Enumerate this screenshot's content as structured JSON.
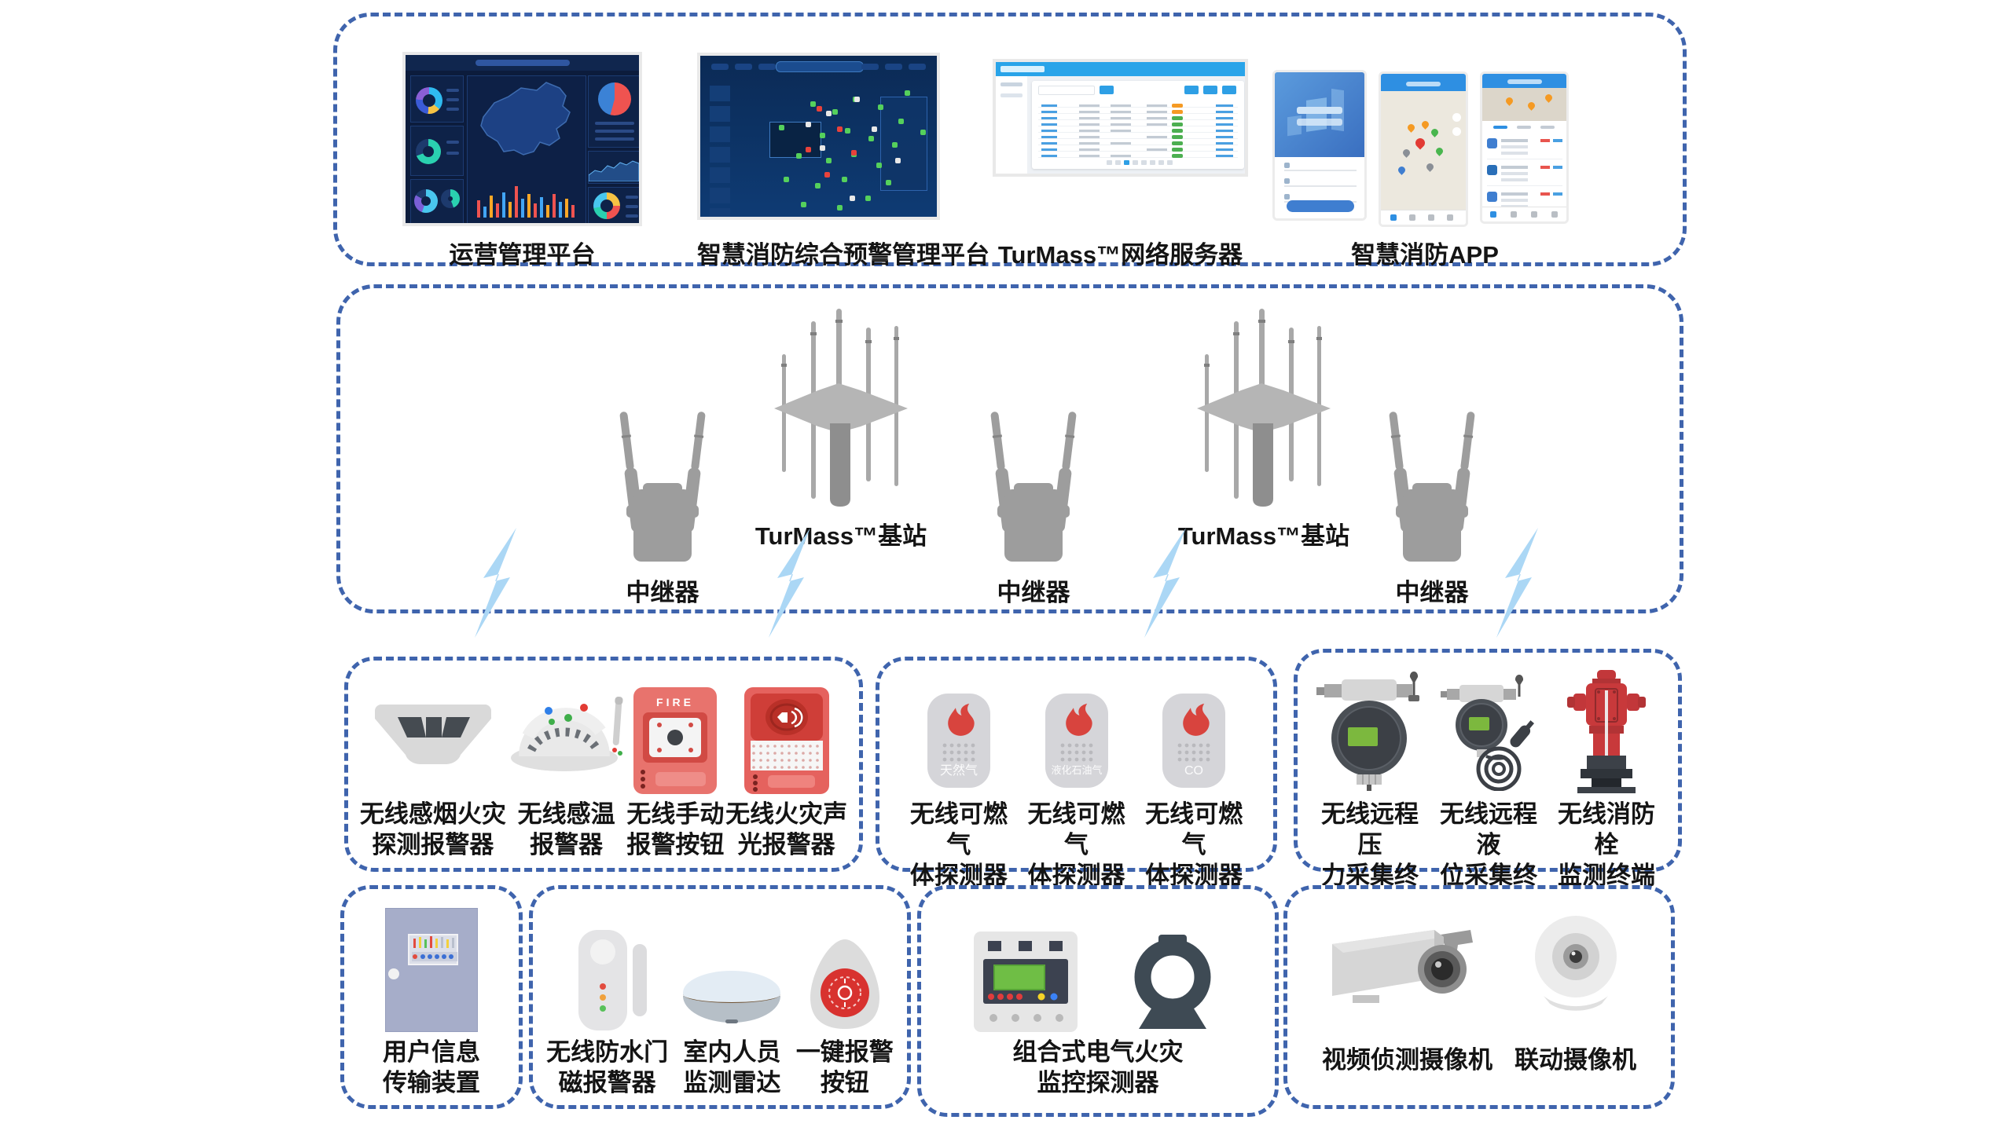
{
  "colors": {
    "border_blue": "#3F64AD",
    "lightning_blue": "#ABD7F5",
    "device_gray": "#9D9D9D",
    "alarm_red": "#E5625E",
    "flame_red": "#D8443E"
  },
  "platforms": {
    "items": [
      {
        "label": "运营管理平台"
      },
      {
        "label": "智慧消防综合预警管理平台"
      },
      {
        "label": "TurMass™网络服务器"
      },
      {
        "label": "智慧消防APP"
      }
    ]
  },
  "network": {
    "base_station": "TurMass™基站",
    "repeater": "中继器"
  },
  "groups": {
    "fire_alarm": {
      "items": [
        {
          "label": "无线感烟火灾\n探测报警器"
        },
        {
          "label": "无线感温\n报警器"
        },
        {
          "label": "无线手动\n报警按钮",
          "icon_text": "FIRE"
        },
        {
          "label": "无线火灾声\n光报警器"
        }
      ]
    },
    "gas": {
      "items": [
        {
          "label": "无线可燃气\n体探测器\n(甲烷)",
          "watermark": "天然气"
        },
        {
          "label": "无线可燃气\n体探测器\n(丙烷)",
          "watermark": "液化石油气"
        },
        {
          "label": "无线可燃气\n体探测器\n(一氧化碳)",
          "watermark": "CO"
        }
      ]
    },
    "hydrant": {
      "items": [
        {
          "label": "无线远程压\n力采集终端"
        },
        {
          "label": "无线远程液\n位采集终端"
        },
        {
          "label": "无线消防栓\n监测终端"
        }
      ]
    },
    "transmission": {
      "items": [
        {
          "label": "用户信息\n传输装置"
        }
      ]
    },
    "indoor": {
      "items": [
        {
          "label": "无线防水门\n磁报警器"
        },
        {
          "label": "室内人员\n监测雷达"
        },
        {
          "label": "一键报警\n按钮"
        }
      ]
    },
    "electrical": {
      "items": [
        {
          "label": "组合式电气火灾\n监控探测器"
        }
      ]
    },
    "camera": {
      "items": [
        {
          "label": "视频侦测摄像机"
        },
        {
          "label": "联动摄像机"
        }
      ]
    }
  }
}
